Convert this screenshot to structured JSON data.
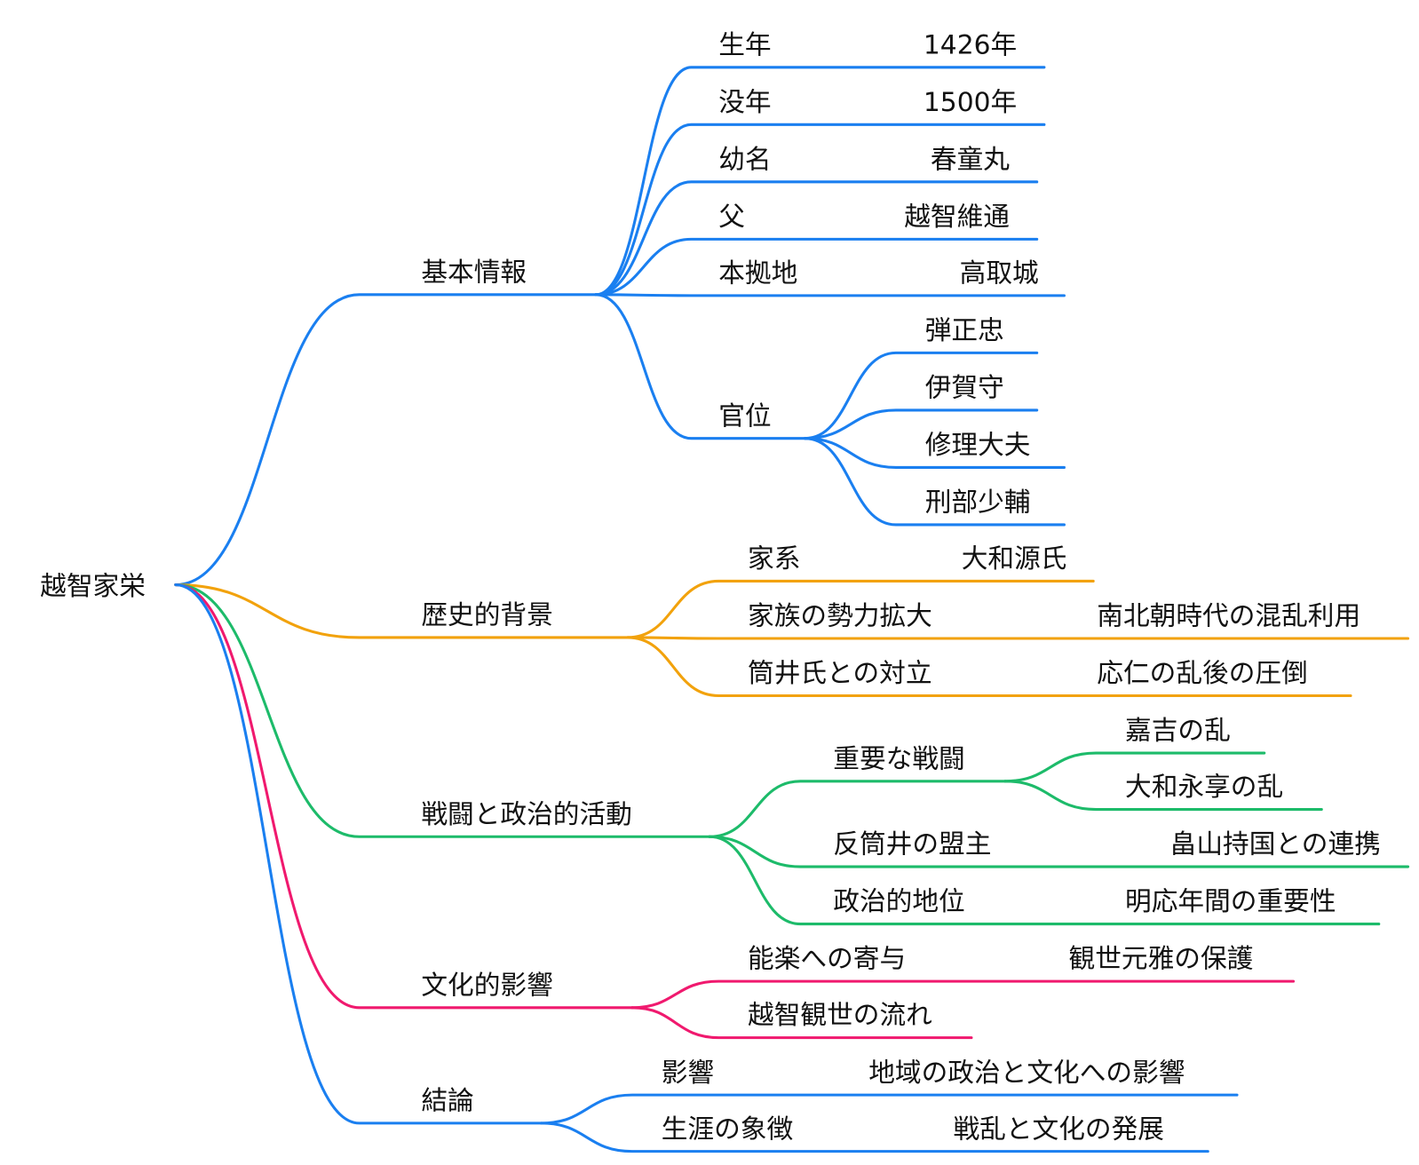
{
  "colors": {
    "blue": "#1a7ff0",
    "orange": "#f2a20c",
    "green": "#1dbb6a",
    "pink": "#f0196e"
  },
  "root": {
    "label": "越智家栄"
  },
  "branches": [
    {
      "label": "基本情報",
      "color": "#1a7ff0",
      "children": [
        {
          "label": "生年",
          "value": "1426年"
        },
        {
          "label": "没年",
          "value": "1500年"
        },
        {
          "label": "幼名",
          "value": "春童丸"
        },
        {
          "label": "父",
          "value": "越智維通"
        },
        {
          "label": "本拠地",
          "value": "高取城"
        },
        {
          "label": "官位",
          "children": [
            {
              "label": "弾正忠"
            },
            {
              "label": "伊賀守"
            },
            {
              "label": "修理大夫"
            },
            {
              "label": "刑部少輔"
            }
          ]
        }
      ]
    },
    {
      "label": "歴史的背景",
      "color": "#f2a20c",
      "children": [
        {
          "label": "家系",
          "value": "大和源氏"
        },
        {
          "label": "家族の勢力拡大",
          "value": "南北朝時代の混乱利用"
        },
        {
          "label": "筒井氏との対立",
          "value": "応仁の乱後の圧倒"
        }
      ]
    },
    {
      "label": "戦闘と政治的活動",
      "color": "#1dbb6a",
      "children": [
        {
          "label": "重要な戦闘",
          "children": [
            {
              "label": "嘉吉の乱"
            },
            {
              "label": "大和永享の乱"
            }
          ]
        },
        {
          "label": "反筒井の盟主",
          "value": "畠山持国との連携"
        },
        {
          "label": "政治的地位",
          "value": "明応年間の重要性"
        }
      ]
    },
    {
      "label": "文化的影響",
      "color": "#f0196e",
      "children": [
        {
          "label": "能楽への寄与",
          "value": "観世元雅の保護"
        },
        {
          "label": "越智観世の流れ"
        }
      ]
    },
    {
      "label": "結論",
      "color": "#1a7ff0",
      "children": [
        {
          "label": "影響",
          "value": "地域の政治と文化への影響"
        },
        {
          "label": "生涯の象徴",
          "value": "戦乱と文化の発展"
        }
      ]
    }
  ]
}
